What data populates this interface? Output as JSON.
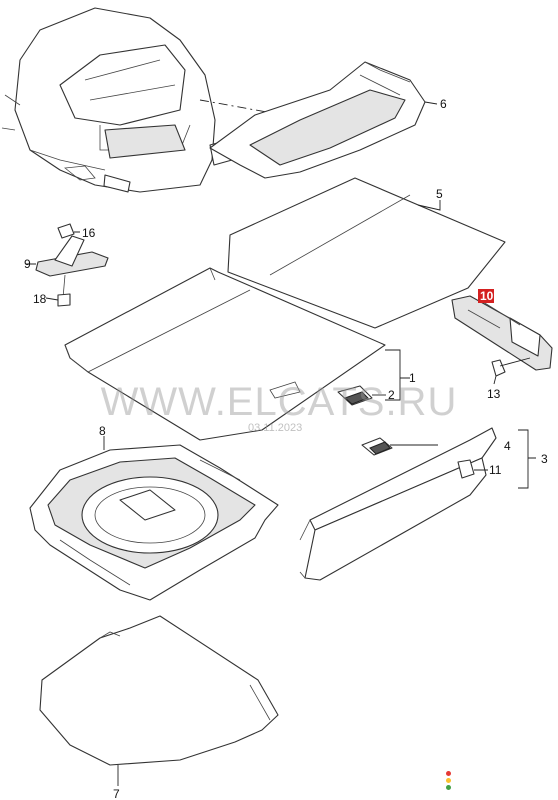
{
  "watermark": {
    "text": "WWW.ELCATS.RU",
    "date": "03.11.2023"
  },
  "callouts": {
    "p1": "1",
    "p2": "2",
    "p3": "3",
    "p4": "4",
    "p5": "5",
    "p6": "6",
    "p7": "7",
    "p8": "8",
    "p9": "9",
    "p10": "10",
    "p11": "11",
    "p13": "13",
    "p16": "16",
    "p18": "18"
  },
  "highlight": {
    "color": "#d42020",
    "callout": "10"
  },
  "status_dots": [
    "#e53935",
    "#fbc02d",
    "#43a047"
  ]
}
